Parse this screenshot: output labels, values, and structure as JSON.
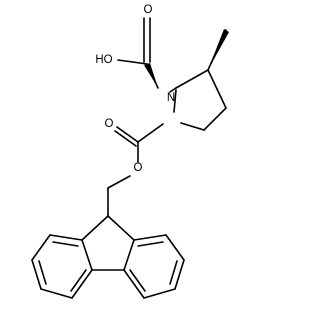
{
  "molecule": {
    "atom_labels": {
      "carbonyl_oxygen_acid": "O",
      "hydroxyl": "HO",
      "nitrogen": "N",
      "carbonyl_oxygen_carbamate": "O",
      "ester_oxygen": "O"
    },
    "colors": {
      "bond": "#000000",
      "label": "#000000",
      "background": "#ffffff"
    }
  }
}
